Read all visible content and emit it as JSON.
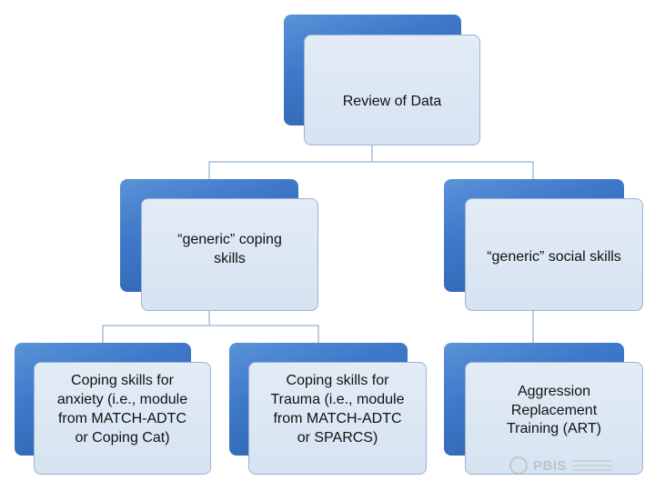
{
  "diagram": {
    "root": {
      "lines": [
        "Review of Data"
      ]
    },
    "level2": [
      {
        "id": "coping",
        "lines": [
          "“generic” coping",
          "skills"
        ]
      },
      {
        "id": "social",
        "lines": [
          "“generic” social skills"
        ]
      }
    ],
    "level3": [
      {
        "id": "anxiety",
        "parent": "coping",
        "lines": [
          "Coping skills for",
          "anxiety (i.e., module",
          "from MATCH-ADTC",
          "or Coping Cat)"
        ]
      },
      {
        "id": "trauma",
        "parent": "coping",
        "lines": [
          "Coping skills for",
          "Trauma (i.e., module",
          "from MATCH-ADTC",
          "or SPARCS)"
        ]
      },
      {
        "id": "art",
        "parent": "social",
        "lines": [
          "Aggression",
          "Replacement",
          "Training (ART)"
        ]
      }
    ]
  },
  "watermark": {
    "text": "PBIS"
  },
  "colors": {
    "back_box": "#3f79c9",
    "front_box": "#dbe6f3",
    "front_border": "#9cb4d3",
    "connector": "#a6bdd9",
    "text": "#111111"
  }
}
